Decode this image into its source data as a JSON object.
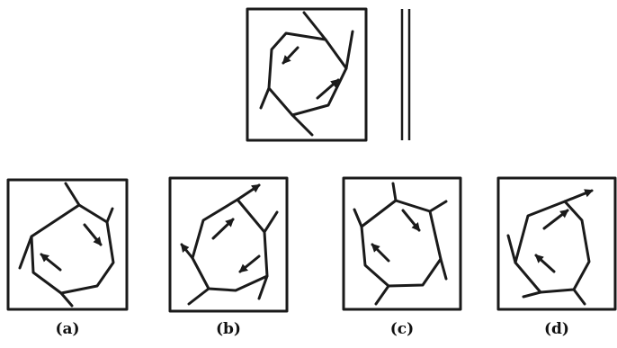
{
  "options": [
    {
      "label": "(a)"
    },
    {
      "label": "(b)"
    },
    {
      "label": "(c)"
    },
    {
      "label": "(d)"
    }
  ],
  "colors": {
    "ink": "#1a1a1a",
    "background": "#ffffff"
  }
}
